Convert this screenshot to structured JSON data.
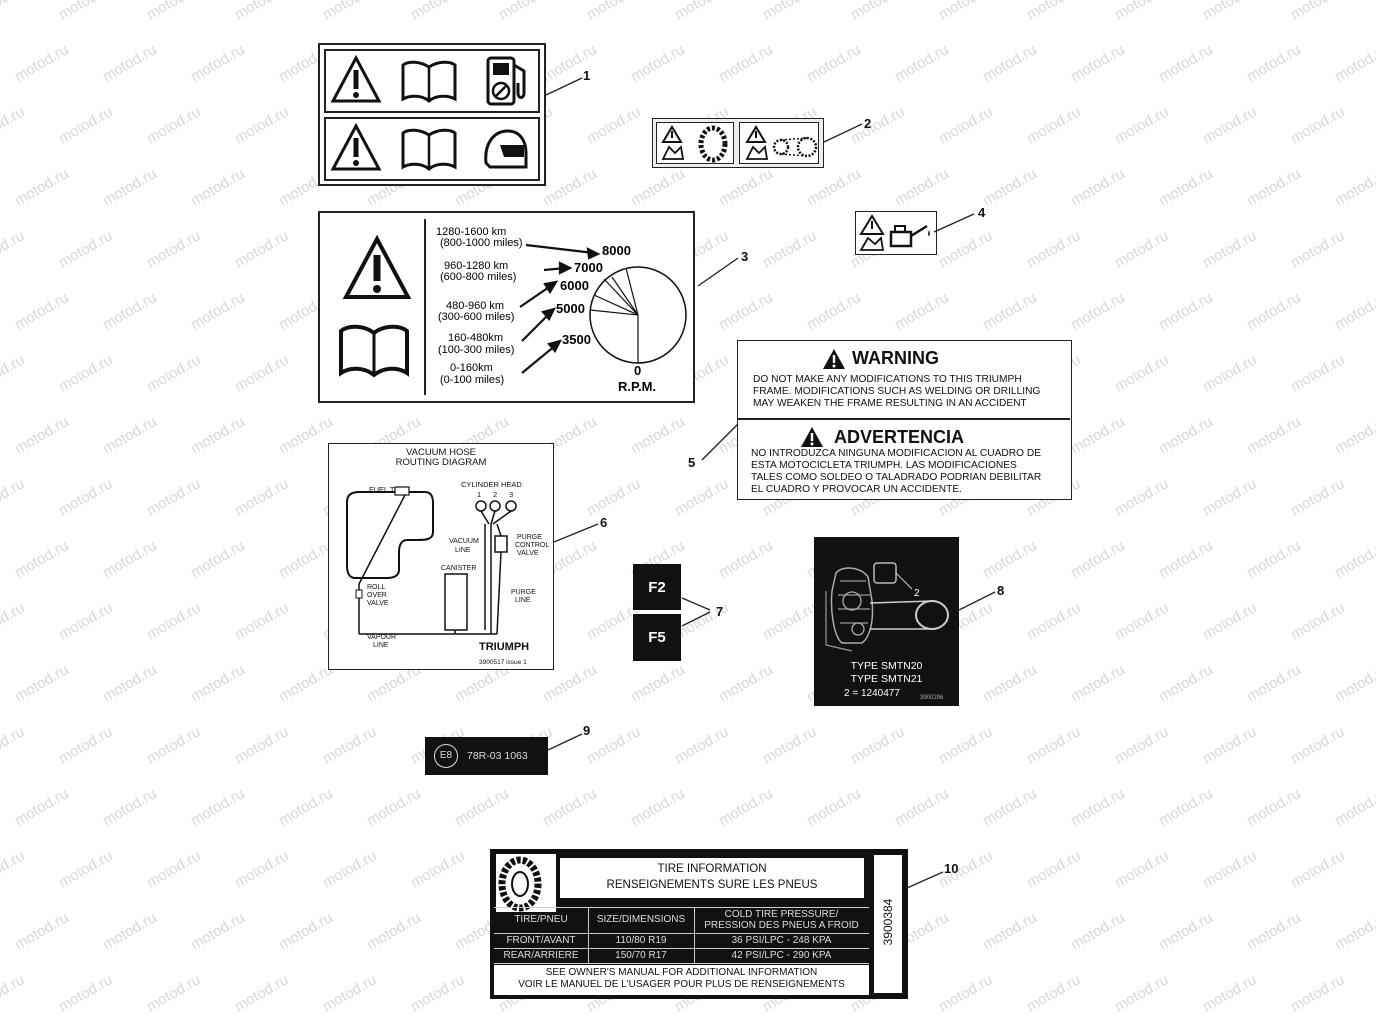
{
  "watermark": "motod.ru",
  "callouts": [
    "1",
    "2",
    "3",
    "4",
    "5",
    "6",
    "7",
    "8",
    "9",
    "10"
  ],
  "label3": {
    "rows": [
      {
        "km": "1280-1600 km",
        "miles": "(800-1000 miles)",
        "rpm": "8000"
      },
      {
        "km": "960-1280 km",
        "miles": "(600-800 miles)",
        "rpm": "7000"
      },
      {
        "km": "480-960 km",
        "miles": "(300-600 miles)",
        "rpm": "6000"
      },
      {
        "km": "160-480km",
        "miles": "(100-300 miles)",
        "rpm": "5000"
      },
      {
        "km": "0-160km",
        "miles": "(0-100 miles)",
        "rpm": "3500"
      }
    ],
    "zero": "0",
    "unit": "R.P.M."
  },
  "label5": {
    "warning_title": "WARNING",
    "warning_lines": [
      "DO  NOT MAKE ANY MODIFICATIONS TO THIS TRIUMPH",
      "FRAME.  MODIFICATIONS SUCH AS WELDING OR DRILLING",
      "MAY WEAKEN THE FRAME RESULTING IN AN ACCIDENT"
    ],
    "advert_title": "ADVERTENCIA",
    "advert_lines": [
      "NO INTRODUZCA NINGUNA MODIFICACION AL CUADRO DE",
      "ESTA MOTOCICLETA TRIUMPH.  LAS MODIFICACIONES",
      "TALES COMO SOLDEO O TALADRADO PODRIAN DEBILITAR",
      "EL CUADRO Y PROVOCAR UN ACCIDENTE."
    ]
  },
  "label6": {
    "title1": "VACUUM HOSE",
    "title2": "ROUTING DIAGRAM",
    "fuel_tank": "FUEL TANK",
    "cylinder_head": "CYLINDER HEAD",
    "cyl_nums": [
      "1",
      "2",
      "3"
    ],
    "vacuum_line": [
      "VACUUM",
      "LINE"
    ],
    "purge_control": [
      "PURGE",
      "CONTROL",
      "VALVE"
    ],
    "canister": "CANISTER",
    "roll_over": [
      "ROLL",
      "OVER",
      "VALVE"
    ],
    "purge_line": [
      "PURGE",
      "LINE"
    ],
    "vapour_line": [
      "VAPOUR",
      "LINE"
    ],
    "brand": "TRIUMPH",
    "part_no": "3900517 issue 1"
  },
  "label7": {
    "a": "F2",
    "b": "F5"
  },
  "label8": {
    "num": "2",
    "type1": "TYPE SMTN20",
    "type2": "TYPE SMTN21",
    "ref": "2 = 1240477",
    "code": "3900296"
  },
  "label9": {
    "mark": "E8",
    "code": "78R-03 1063"
  },
  "label10": {
    "title1": "TIRE INFORMATION",
    "title2": "RENSEIGNEMENTS SURE LES PNEUS",
    "headers": [
      "TIRE/PNEU",
      "SIZE/DIMENSIONS",
      "COLD TIRE PRESSURE/",
      "PRESSION DES PNEUS A FROID"
    ],
    "rows": [
      [
        "FRONT/AVANT",
        "110/80 R19",
        "36 PSI/LPC - 248 KPA"
      ],
      [
        "REAR/ARRIERE",
        "150/70 R17",
        "42 PSI/LPC - 290 KPA"
      ]
    ],
    "footer1": "SEE OWNER'S MANUAL FOR ADDITIONAL INFORMATION",
    "footer2": "VOIR LE MANUEL DE L'USAGER POUR PLUS DE RENSEIGNEMENTS",
    "side_code": "3900384"
  },
  "icons": [
    "warning-triangle-icon",
    "open-book-icon",
    "fuel-pump-icon",
    "helmet-icon",
    "tire-icon",
    "chain-icon",
    "oil-can-icon"
  ]
}
